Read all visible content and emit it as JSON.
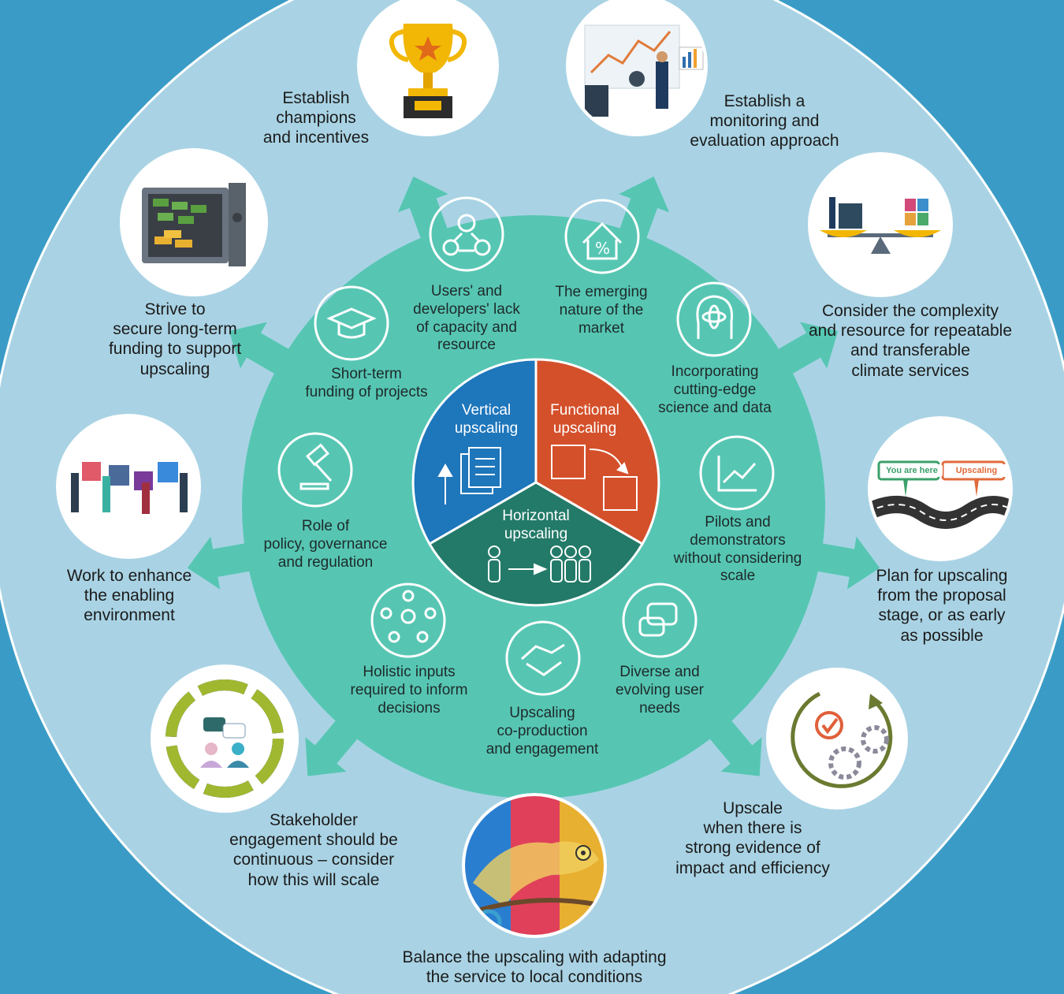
{
  "colors": {
    "background": "#3a9cc6",
    "outer_ring": "#a9d3e4",
    "gear_ring": "#56c6b3",
    "vertical": "#1e76bb",
    "functional": "#d4502a",
    "horizontal": "#237a68"
  },
  "core": {
    "vertical": "Vertical\nupscaling",
    "functional": "Functional\nupscaling",
    "horizontal": "Horizontal\nupscaling"
  },
  "barriers": [
    {
      "label": "Users' and\ndevelopers' lack\nof capacity and\nresource",
      "icon": "people-network-icon"
    },
    {
      "label": "The emerging\nnature of the\nmarket",
      "icon": "house-percent-icon"
    },
    {
      "label": "Incorporating\ncutting-edge\nscience and data",
      "icon": "head-atom-icon"
    },
    {
      "label": "Pilots and\ndemonstrators\nwithout considering\nscale",
      "icon": "growth-chart-icon"
    },
    {
      "label": "Diverse and\nevolving user\nneeds",
      "icon": "chat-bubbles-icon"
    },
    {
      "label": "Upscaling\nco-production\nand engagement",
      "icon": "handshake-icon"
    },
    {
      "label": "Holistic inputs\nrequired to inform\ndecisions",
      "icon": "person-hub-icon"
    },
    {
      "label": "Role of\npolicy, governance\nand regulation",
      "icon": "gavel-icon"
    },
    {
      "label": "Short-term\nfunding of projects",
      "icon": "graduation-cap-icon"
    }
  ],
  "recommendations": [
    {
      "label": "Establish\nchampions\nand incentives",
      "icon": "trophy-icon"
    },
    {
      "label": "Establish a\nmonitoring and\nevaluation approach",
      "icon": "analytics-team-icon"
    },
    {
      "label": "Consider the complexity\nand resource for repeatable\nand transferable\nclimate services",
      "icon": "puzzle-balance-icon"
    },
    {
      "label": "Plan for upscaling\nfrom the proposal\nstage, or as early\nas possible",
      "icon": "road-map-icon"
    },
    {
      "label": "Upscale\nwhen there is\nstrong evidence of\nimpact and efficiency",
      "icon": "gears-check-icon"
    },
    {
      "label": "Balance the upscaling with adapting\nthe service to local conditions",
      "icon": "chameleon-icon"
    },
    {
      "label": "Stakeholder\nengagement should be\ncontinuous – consider\nhow this will scale",
      "icon": "cycle-dialogue-icon"
    },
    {
      "label": "Work to enhance\nthe enabling\nenvironment",
      "icon": "puzzle-people-icon"
    },
    {
      "label": "Strive to\nsecure long-term\nfunding to support\nupscaling",
      "icon": "money-safe-icon"
    }
  ],
  "road_pills": {
    "here": "You are here",
    "goal": "Upscaling"
  }
}
